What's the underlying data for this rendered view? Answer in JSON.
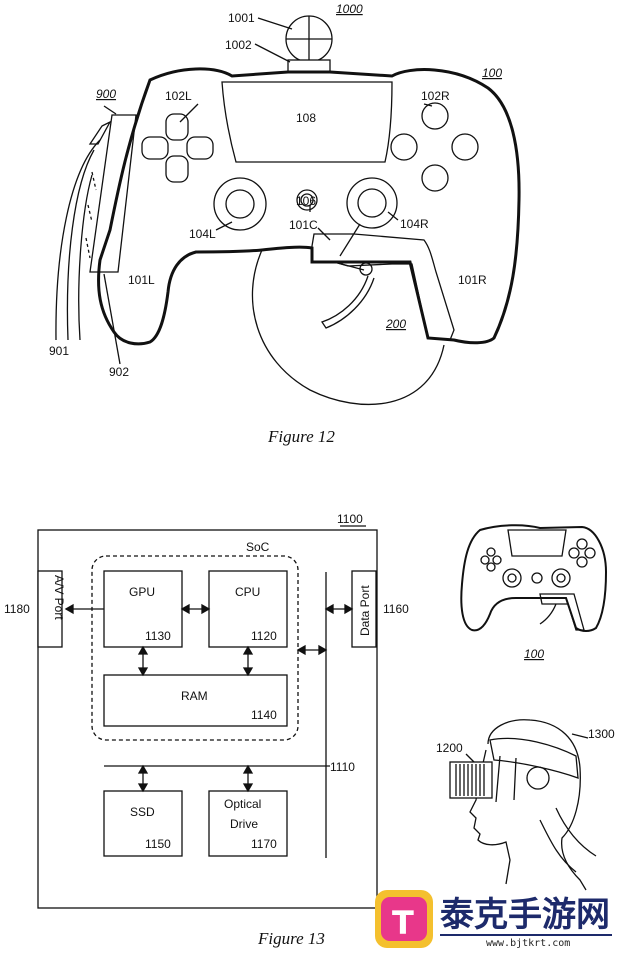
{
  "figure12": {
    "caption": "Figure 12",
    "labels": {
      "l1000": "1000",
      "l1001": "1001",
      "l1002": "1002",
      "l100": "100",
      "l900": "900",
      "l102L": "102L",
      "l102R": "102R",
      "l108": "108",
      "l106": "106",
      "l101C": "101C",
      "l104L": "104L",
      "l104R": "104R",
      "l101L": "101L",
      "l101R": "101R",
      "l200": "200",
      "l901": "901",
      "l902": "902"
    }
  },
  "figure13": {
    "caption": "Figure 13",
    "system_ref": "1100",
    "soc_label": "SoC",
    "av_port": "A/V Port",
    "av_ref": "1180",
    "data_port": "Data Port",
    "data_ref": "1160",
    "bus_ref": "1110",
    "gpu": {
      "label": "GPU",
      "ref": "1130"
    },
    "cpu": {
      "label": "CPU",
      "ref": "1120"
    },
    "ram": {
      "label": "RAM",
      "ref": "1140"
    },
    "ssd": {
      "label": "SSD",
      "ref": "1150"
    },
    "optical": {
      "label1": "Optical",
      "label2": "Drive",
      "ref": "1170"
    },
    "controller_ref": "100",
    "hmd_ref": "1200",
    "user_ref": "1300"
  },
  "watermark": {
    "text": "泰克手游网",
    "url": "www.bjtkrt.com",
    "logo_letter": "T"
  }
}
